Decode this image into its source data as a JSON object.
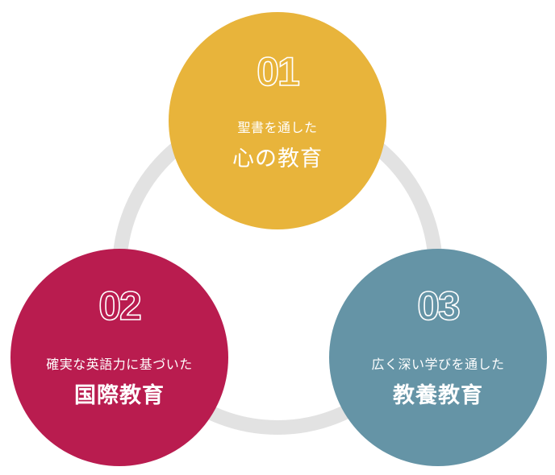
{
  "colors": {
    "ring": "#e2e2e2",
    "item1": "#e8b43b",
    "item2": "#b91c4f",
    "item3": "#6594a6"
  },
  "items": [
    {
      "number": "01",
      "subtitle": "聖書を通した",
      "title": "心の教育"
    },
    {
      "number": "02",
      "subtitle": "確実な英語力に基づいた",
      "title": "国際教育"
    },
    {
      "number": "03",
      "subtitle": "広く深い学びを通した",
      "title": "教養教育"
    }
  ]
}
